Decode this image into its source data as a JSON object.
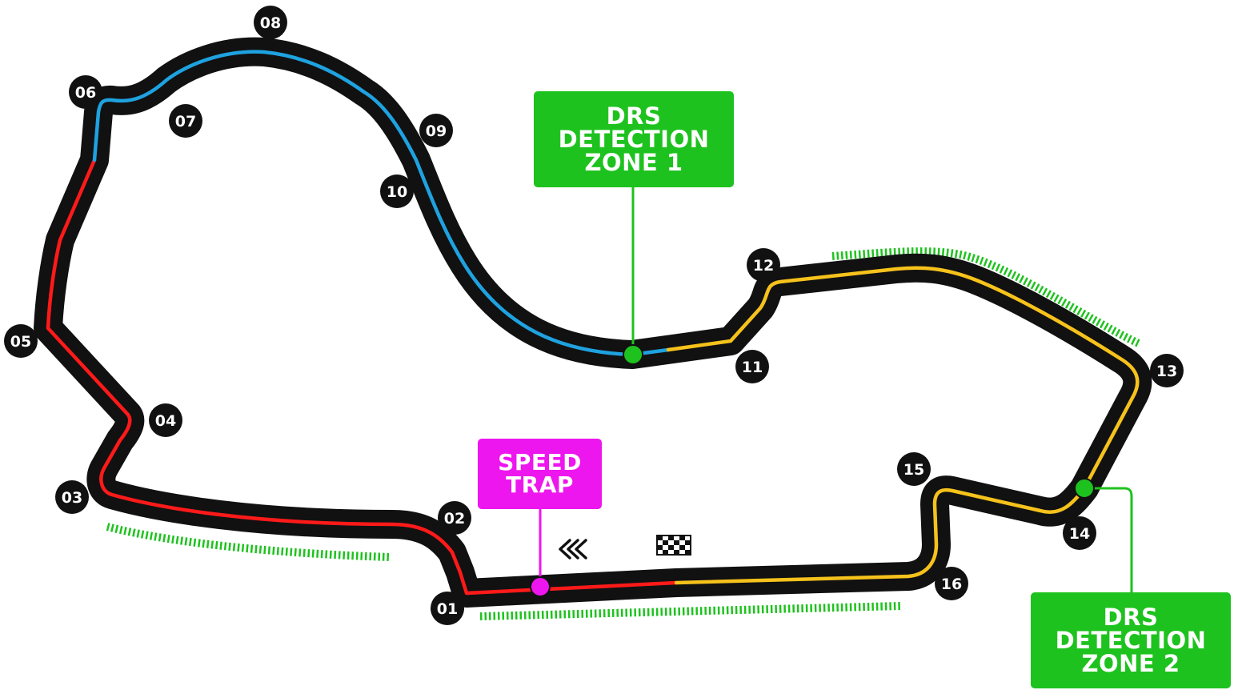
{
  "circuit": {
    "colors": {
      "track": "#111111",
      "sector1": "#ff1a1a",
      "sector2": "#1fa2e0",
      "sector3": "#f6c21b",
      "drs": "#1ec21e",
      "speed_trap": "#ee16ee",
      "label_text": "#ffffff"
    },
    "corners": [
      "01",
      "02",
      "03",
      "04",
      "05",
      "06",
      "07",
      "08",
      "09",
      "10",
      "11",
      "12",
      "13",
      "14",
      "15",
      "16"
    ],
    "drs_detection_zone_1": {
      "lines": [
        "DRS",
        "DETECTION",
        "ZONE 1"
      ]
    },
    "drs_detection_zone_2": {
      "lines": [
        "DRS",
        "DETECTION",
        "ZONE 2"
      ]
    },
    "speed_trap": {
      "lines": [
        "SPEED",
        "TRAP"
      ]
    },
    "icons": [
      "direction-chevrons-icon",
      "checkered-flag-icon"
    ]
  }
}
